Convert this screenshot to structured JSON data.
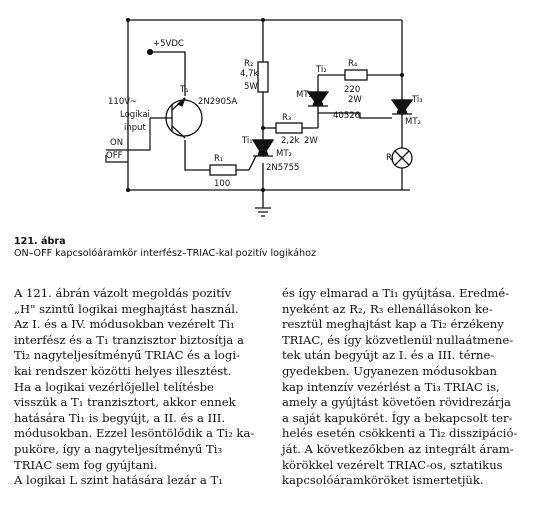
{
  "figure": {
    "labels": {
      "supply": "+5VDC",
      "mains": "110V~",
      "input_line1": "Logikai",
      "input_line2": "input",
      "on": "ON",
      "off": "OFF",
      "t1": "T₁",
      "t1_type": "2N2905A",
      "r1": "R₁",
      "r1_value": "100",
      "r2": "R₂",
      "r2_value": "4,7k",
      "r2_power": "5W",
      "r3": "R₃",
      "r3_value": "2,2k",
      "r3_power": "2W",
      "r4": "R₄",
      "r4_value": "220",
      "r4_power": "2W",
      "ti1": "Ti₁",
      "ti1_mt2": "MT₂",
      "ti1_type": "2N5755",
      "ti2": "Ti₂",
      "ti2_mt2": "MT₂",
      "ti2_type": "40526",
      "ti3": "Ti₃",
      "ti3_mt2": "MT₂",
      "rl": "Rₗ"
    }
  },
  "caption": {
    "number": "121. ábra",
    "text": "ON–OFF kapcsolóáramkör interfész–TRIAC-kal pozitív logikához"
  },
  "body": {
    "left_lines": [
      "A 121. ábrán vázolt megoldás pozitív",
      "„H\" szintű logikai meghajtást használ.",
      "Az I. és a IV. módusokban vezérelt Ti₁",
      "interfész és a T₁ tranzisztor biztosítja a",
      "Ti₂ nagyteljesítményű TRIAC és a logi-",
      "kai rendszer közötti helyes illesztést.",
      "Ha a logikai vezérlőjellel telítésbe",
      "visszük a T₁ tranzisztort, akkor ennek",
      "hatására Ti₁ is begyújt, a II. és a III.",
      "módusokban. Ezzel lesöntölődik a Ti₂ ka-",
      "puköre, így a nagyteljesítményű Ti₃",
      "TRIAC sem fog gyújtani.",
      "A logikai L szint hatására lezár a T₁"
    ],
    "right_lines": [
      "és így elmarad a Ti₁ gyújtása. Eredmé-",
      "nyeként az R₂, R₃ ellenállásokon ke-",
      "resztül meghajtást kap a Ti₂ érzékeny",
      "TRIAC, és így közvetlenül nullaátmene-",
      "tek után begyújt az I. és a III. térne-",
      "gyedekben. Ugyanezen módusokban",
      "kap intenzív vezérlést a Ti₃ TRIAC is,",
      "amely a gyújtást követően rövidrezárja",
      "a saját kapukörét. Így a bekapcsolt ter-",
      "helés esetén csökkenti a Ti₂ disszipáció-",
      "ját. A következőkben az integrált áram-",
      "körökkel vezérelt TRIAC-os, sztatikus",
      "kapcsolóáramköröket ismertetjük."
    ]
  }
}
